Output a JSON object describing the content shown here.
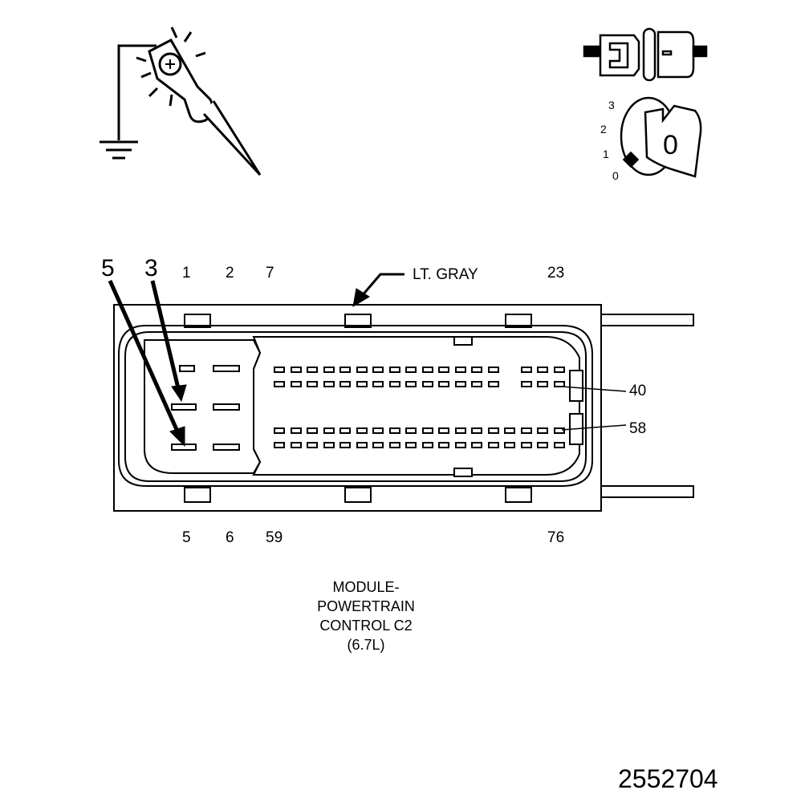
{
  "diagram": {
    "connector_color_label": "LT. GRAY",
    "callouts": {
      "pin_5": "5",
      "pin_3": "3"
    },
    "top_pin_numbers": [
      "1",
      "2",
      "7",
      "23"
    ],
    "bottom_pin_numbers": [
      "5",
      "6",
      "59",
      "76"
    ],
    "side_pin_numbers": [
      "40",
      "58"
    ],
    "caption_lines": [
      "MODULE-",
      "POWERTRAIN",
      "CONTROL C2",
      "(6.7L)"
    ],
    "figure_number": "2552704",
    "ignition_positions": [
      "3",
      "2",
      "1",
      "0"
    ],
    "ignition_key_state": "0"
  }
}
